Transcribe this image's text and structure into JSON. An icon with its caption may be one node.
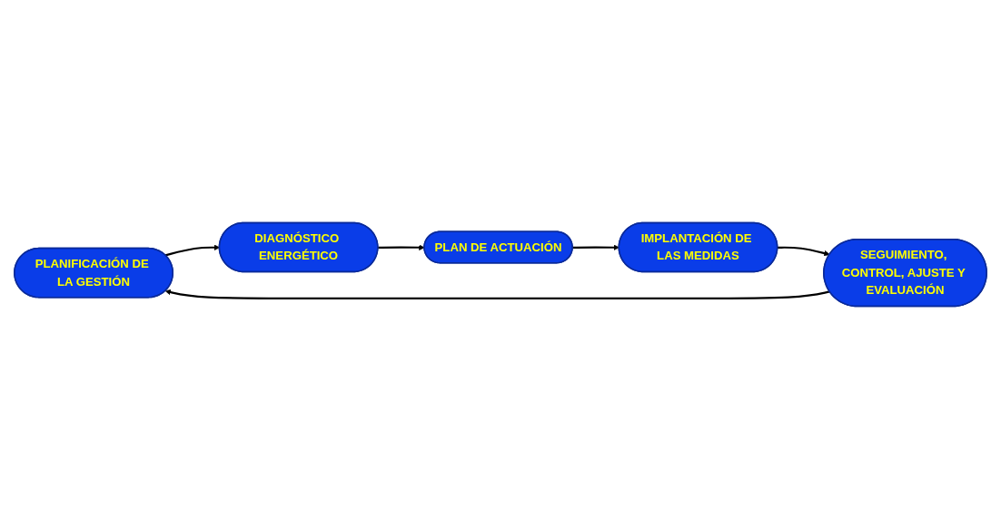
{
  "diagram": {
    "nodes": [
      {
        "text": [
          "PLANIFICACIÓN DE LA GESTIÓN"
        ]
      },
      {
        "text": [
          "DIAGNÓSTICO ENERGÉTICO"
        ]
      },
      {
        "text": [
          "PLAN DE ACTUACIÓN"
        ]
      },
      {
        "text": [
          "IMPLANTACIÓN DE LAS MEDIDAS"
        ]
      },
      {
        "text": [
          "SEGUIMIENTO, CONTROL, AJUSTE Y EVALUACIÓN"
        ]
      }
    ],
    "edges": [
      {
        "from": 0,
        "to": 1,
        "arrow": "to"
      },
      {
        "from": 1,
        "to": 2,
        "arrow": "to"
      },
      {
        "from": 2,
        "to": 3,
        "arrow": "to"
      },
      {
        "from": 3,
        "to": 4,
        "arrow": "to"
      },
      {
        "from": 4,
        "to": 0,
        "arrow": "to"
      }
    ]
  }
}
